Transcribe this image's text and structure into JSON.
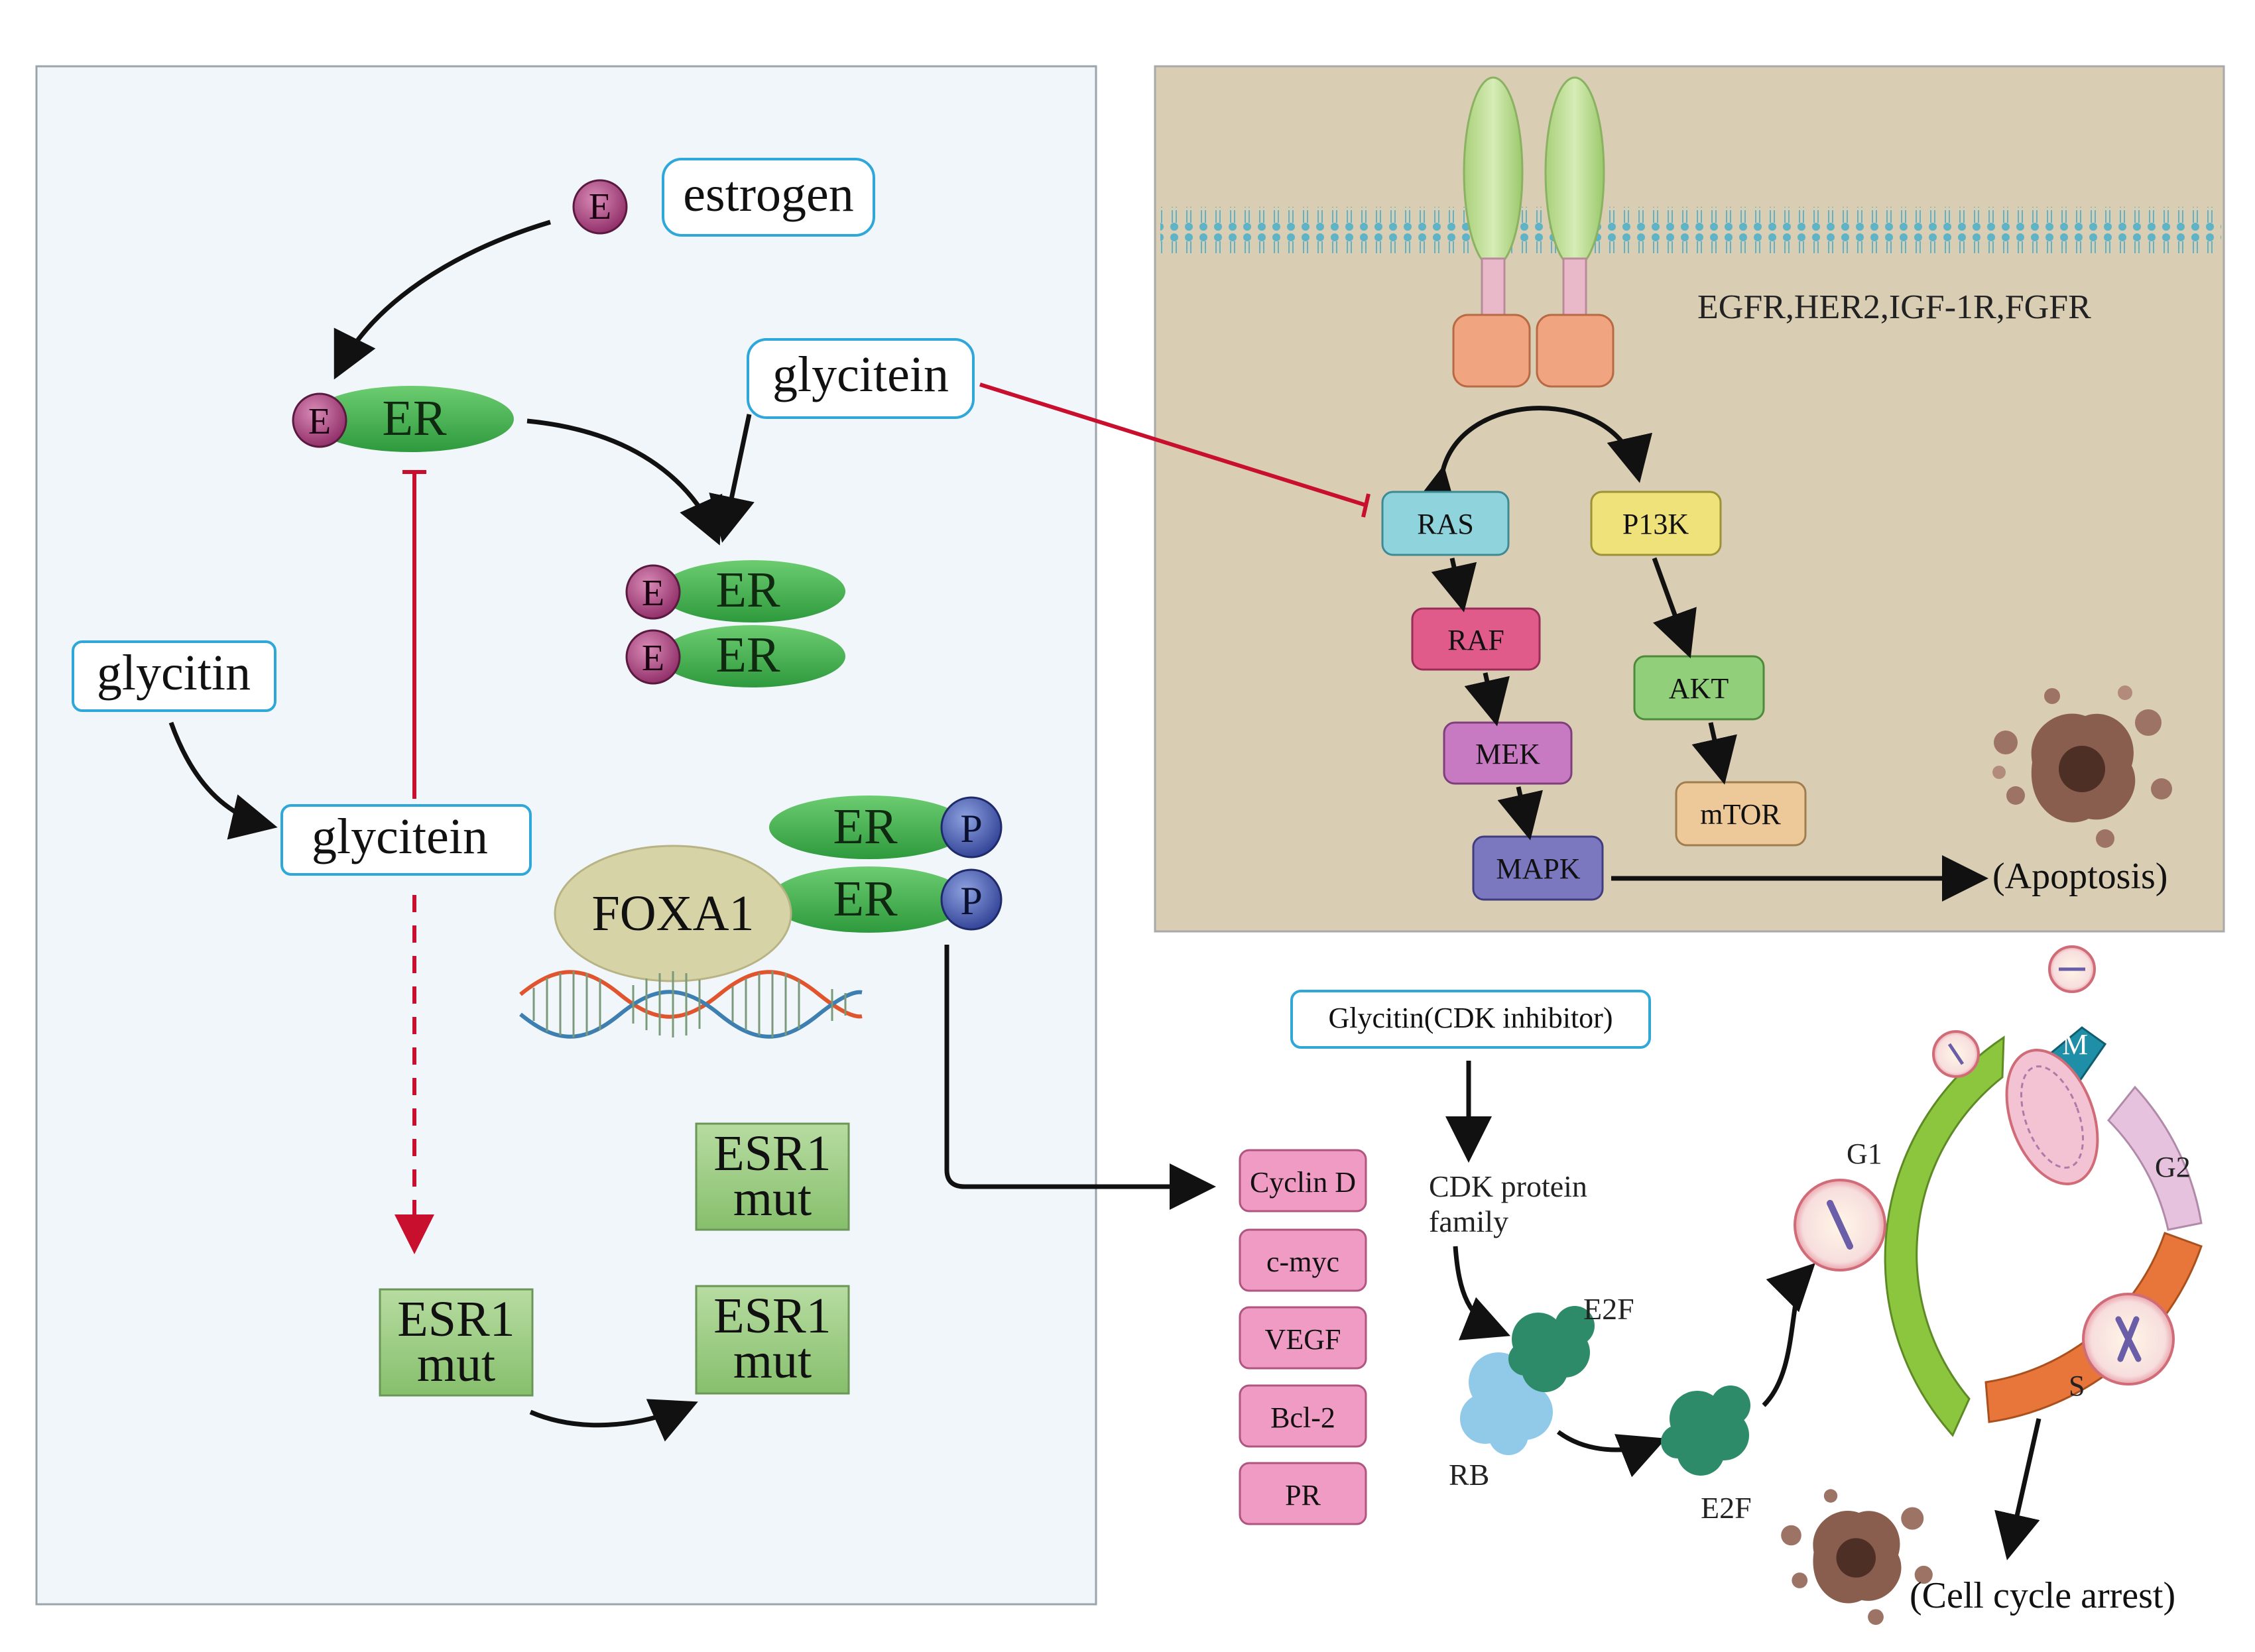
{
  "left": {
    "e_badge": "E",
    "estrogen": "estrogen",
    "er": "ER",
    "glycitein_top": "glycitein",
    "glycitin": "glycitin",
    "glycitein_mid": "glycitein",
    "foxa1": "FOXA1",
    "p_badge": "P",
    "esr1_line1": "ESR1",
    "esr1_line2": "mut"
  },
  "right_top": {
    "receptors_label": "EGFR,HER2,IGF-1R,FGFR",
    "ras": "RAS",
    "raf": "RAF",
    "mek": "MEK",
    "mapk": "MAPK",
    "pi3k": "P13K",
    "akt": "AKT",
    "mtor": "mTOR",
    "apoptosis": "(Apoptosis)"
  },
  "bottom": {
    "glycitin_cdk": "Glycitin(CDK inhibitor)",
    "cdk_line1": "CDK protein",
    "cdk_line2": "family",
    "targets": [
      "Cyclin D",
      "c-myc",
      "VEGF",
      "Bcl-2",
      "PR"
    ],
    "e2f": "E2F",
    "rb": "RB",
    "g1": "G1",
    "g2": "G2",
    "s": "S",
    "m": "M",
    "arrest": "(Cell cycle arrest)"
  },
  "colors": {
    "left_panel_bg": "#f1f6fa",
    "right_panel_bg": "#d9cdb3",
    "er_green": "#3fae4a",
    "e_purple": "#a63a7a",
    "p_blue": "#3b4fa6",
    "box_border": "#2fa7d9",
    "esr1_green": "#9ccf84",
    "inhibit_red": "#c8102e",
    "ras": "#8fd3dc",
    "raf": "#e05a8a",
    "mek": "#c77ac2",
    "mapk": "#7b78c0",
    "pi3k": "#efe27a",
    "akt": "#92cf7a",
    "mtor": "#edc99a",
    "target_pink": "#ef9bc3"
  }
}
